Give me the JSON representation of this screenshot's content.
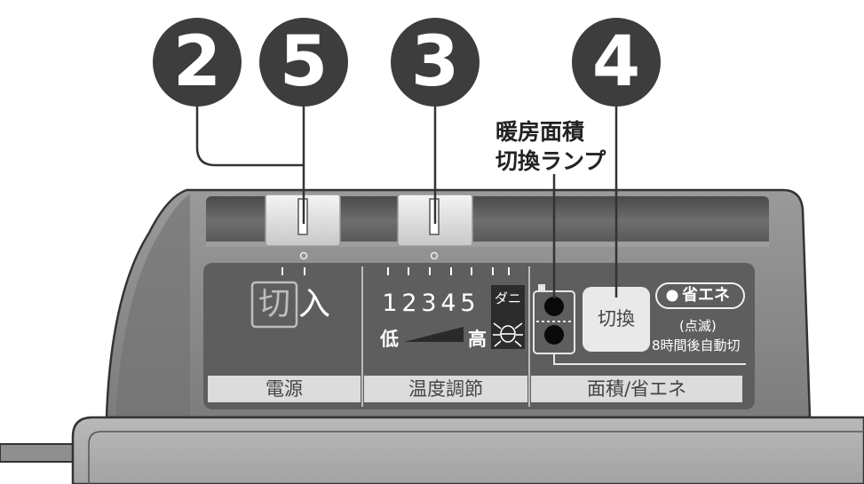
{
  "callouts": [
    "2",
    "5",
    "3",
    "4"
  ],
  "lamp_caption": {
    "line1": "暖房面積",
    "line2": "切換ランプ"
  },
  "power": {
    "off_label": "切",
    "on_label": "入",
    "section": "電源"
  },
  "temperature": {
    "levels": [
      "1",
      "2",
      "3",
      "4",
      "5"
    ],
    "mite_label": "ダニ",
    "low_label": "低",
    "high_label": "高",
    "section": "温度調節"
  },
  "area": {
    "switch_label": "切換",
    "eco_badge": "省エネ",
    "blink_note": "(点滅)",
    "auto_off_note": "8時間後自動切",
    "section": "面積/省エネ"
  },
  "colors": {
    "callout": "#3d3d3d",
    "panel": "#5e5e5e",
    "housing": "#8c8c8c",
    "band": "#dcdcdc"
  }
}
